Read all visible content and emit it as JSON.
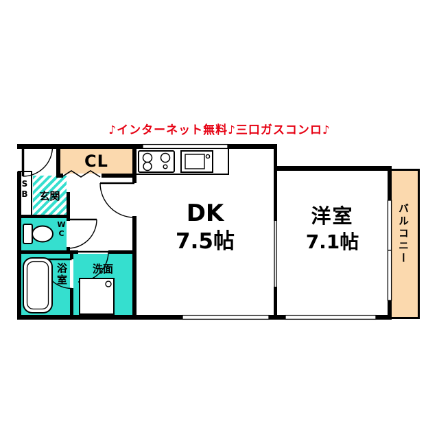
{
  "header": {
    "promo": "♪インターネット無料♪三口ガスコンロ♪"
  },
  "colors": {
    "teal": "#35dfcf",
    "peach": "#fbd9ae",
    "promo": "#e60012",
    "wall": "#000000"
  },
  "rooms": {
    "closet": {
      "label": "CL"
    },
    "entrance": {
      "label": "玄関"
    },
    "shoe_box": {
      "label": "SB"
    },
    "toilet": {
      "label": "WC"
    },
    "bathroom": {
      "label": "浴室"
    },
    "washroom": {
      "label": "洗面"
    },
    "dining_kitchen": {
      "label": "DK",
      "size": "7.5帖"
    },
    "western_room": {
      "label": "洋室",
      "size": "7.1帖"
    },
    "balcony": {
      "label": "バルコニー"
    }
  }
}
